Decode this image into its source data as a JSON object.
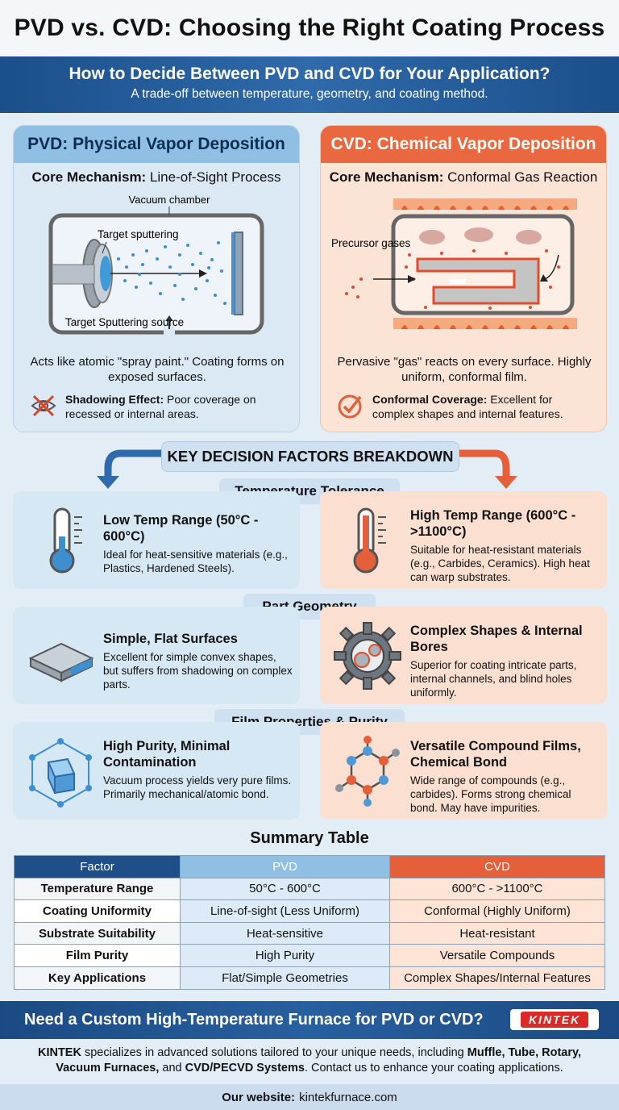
{
  "title": "PVD vs. CVD: Choosing the Right Coating Process",
  "banner": {
    "question": "How to Decide Between PVD and CVD for Your Application?",
    "subtitle": "A trade-off between temperature, geometry, and coating method."
  },
  "pvd": {
    "header": "PVD: Physical Vapor Deposition",
    "mechanism_label": "Core Mechanism:",
    "mechanism_value": "Line-of-Sight Process",
    "diagram_labels": {
      "chamber": "Vacuum chamber",
      "target": "Target sputtering",
      "source": "Target Sputtering source"
    },
    "description": "Acts like atomic \"spray paint.\" Coating forms on exposed surfaces.",
    "note_title": "Shadowing Effect:",
    "note_text": "Poor coverage on recessed or internal areas.",
    "color": "#8fbfe3"
  },
  "cvd": {
    "header": "CVD: Chemical Vapor Deposition",
    "mechanism_label": "Core Mechanism:",
    "mechanism_value": "Conformal Gas Reaction",
    "diagram_labels": {
      "precursor": "Precursor gases"
    },
    "description": "Pervasive \"gas\" reacts on every surface. Highly uniform, conformal film.",
    "note_title": "Conformal Coverage:",
    "note_text": "Excellent for complex shapes and internal features.",
    "color": "#e9683f"
  },
  "decision": {
    "title": "KEY DECISION FACTORS BREAKDOWN",
    "sections": [
      {
        "name": "Temperature Tolerance",
        "pvd": {
          "heading": "Low Temp Range (50°C - 600°C)",
          "text": "Ideal for heat-sensitive materials (e.g., Plastics, Hardened Steels).",
          "icon": "thermometer-low-icon"
        },
        "cvd": {
          "heading": "High Temp Range (600°C - >1100°C)",
          "text": "Suitable for heat-resistant materials (e.g., Carbides, Ceramics). High heat can warp substrates.",
          "icon": "thermometer-high-icon"
        }
      },
      {
        "name": "Part Geometry",
        "pvd": {
          "heading": "Simple, Flat Surfaces",
          "text": "Excellent for simple convex shapes, but suffers from shadowing on complex parts.",
          "icon": "flat-plate-icon"
        },
        "cvd": {
          "heading": "Complex Shapes & Internal Bores",
          "text": "Superior for coating intricate parts, internal channels, and blind holes uniformly.",
          "icon": "gear-icon"
        }
      },
      {
        "name": "Film Properties & Purity",
        "pvd": {
          "heading": "High Purity, Minimal Contamination",
          "text": "Vacuum process yields very pure films. Primarily mechanical/atomic bond.",
          "icon": "crystal-lattice-icon"
        },
        "cvd": {
          "heading": "Versatile Compound Films, Chemical Bond",
          "text": "Wide range of compounds (e.g., carbides). Forms strong chemical bond. May have impurities.",
          "icon": "molecule-icon"
        }
      }
    ]
  },
  "summary": {
    "title": "Summary Table",
    "headers": [
      "Factor",
      "PVD",
      "CVD"
    ],
    "rows": [
      [
        "Temperature Range",
        "50°C - 600°C",
        "600°C - >1100°C"
      ],
      [
        "Coating Uniformity",
        "Line-of-sight (Less Uniform)",
        "Conformal (Highly Uniform)"
      ],
      [
        "Substrate Suitability",
        "Heat-sensitive",
        "Heat-resistant"
      ],
      [
        "Film Purity",
        "High Purity",
        "Versatile Compounds"
      ],
      [
        "Key Applications",
        "Flat/Simple Geometries",
        "Complex Shapes/Internal Features"
      ]
    ]
  },
  "cta": {
    "text": "Need a Custom High-Temperature Furnace for PVD or CVD?",
    "logo": "KINTEK"
  },
  "footer": {
    "brand": "KINTEK",
    "part1": " specializes in advanced solutions tailored to your unique needs, including ",
    "products1": "Muffle, Tube, Rotary, Vacuum Furnaces,",
    "part2": " and ",
    "products2": "CVD/PECVD Systems",
    "part3": ". Contact us to enhance your coating applications.",
    "website_label": "Our website:",
    "website": "kintekfurnace.com"
  }
}
